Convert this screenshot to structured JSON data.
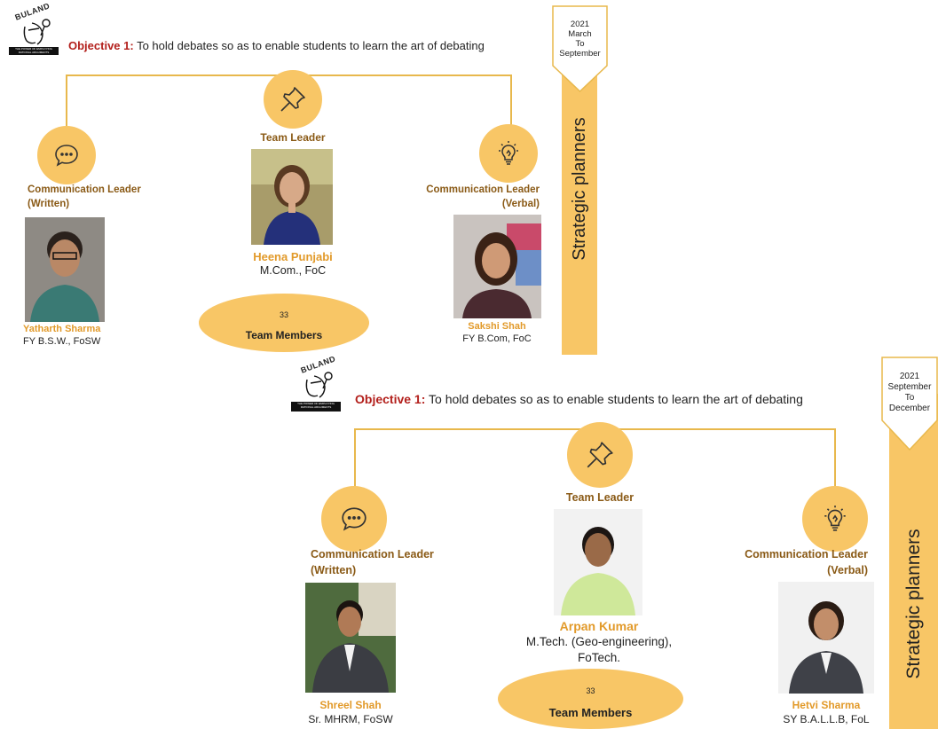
{
  "panels": [
    {
      "logo_text": "BULAND",
      "logo_tagline": "THE POWER OF EMPLOYING RATIONAL ARGUMENTS",
      "objective_label": "Objective 1:",
      "objective_text": "To hold debates so as to enable students to learn the art of debating",
      "period": {
        "year": "2021",
        "from": "March",
        "to_word": "To",
        "until": "September"
      },
      "side_title": "Strategic planners",
      "team_leader": {
        "role": "Team Leader",
        "name": "Heena Punjabi",
        "detail": "M.Com., FoC",
        "icon": "push-pin-icon"
      },
      "left_leader": {
        "role_line1": "Communication Leader",
        "role_line2": "(Written)",
        "name": "Yatharth Sharma",
        "detail": "FY B.S.W., FoSW",
        "icon": "speech-bubble-icon"
      },
      "right_leader": {
        "role_line1": "Communication Leader",
        "role_line2": "(Verbal)",
        "name": "Sakshi Shah",
        "detail": "FY B.Com, FoC",
        "icon": "light-bulb-icon"
      },
      "members": {
        "count": "33",
        "label": "Team Members"
      }
    },
    {
      "logo_text": "BULAND",
      "logo_tagline": "THE POWER OF EMPLOYING RATIONAL ARGUMENTS",
      "objective_label": "Objective 1:",
      "objective_text": "To hold debates so as to enable students to learn the art of debating",
      "period": {
        "year": "2021",
        "from": "September",
        "to_word": "To",
        "until": "December"
      },
      "side_title": "Strategic planners",
      "team_leader": {
        "role": "Team Leader",
        "name": "Arpan Kumar",
        "detail_line1": "M.Tech. (Geo-engineering),",
        "detail_line2": "FoTech.",
        "icon": "push-pin-icon"
      },
      "left_leader": {
        "role_line1": "Communication Leader",
        "role_line2": "(Written)",
        "name": "Shreel Shah",
        "detail": "Sr. MHRM, FoSW",
        "icon": "speech-bubble-icon"
      },
      "right_leader": {
        "role_line1": "Communication Leader",
        "role_line2": "(Verbal)",
        "name": "Hetvi Sharma",
        "detail": "SY B.A.L.L.B, FoL",
        "icon": "light-bulb-icon"
      },
      "members": {
        "count": "33",
        "label": "Team Members"
      }
    }
  ],
  "colors": {
    "accent": "#f8c666",
    "line": "#e8b84c",
    "role_text": "#8a5a16",
    "name_text": "#e29a2a",
    "objective_label": "#b3201c"
  }
}
